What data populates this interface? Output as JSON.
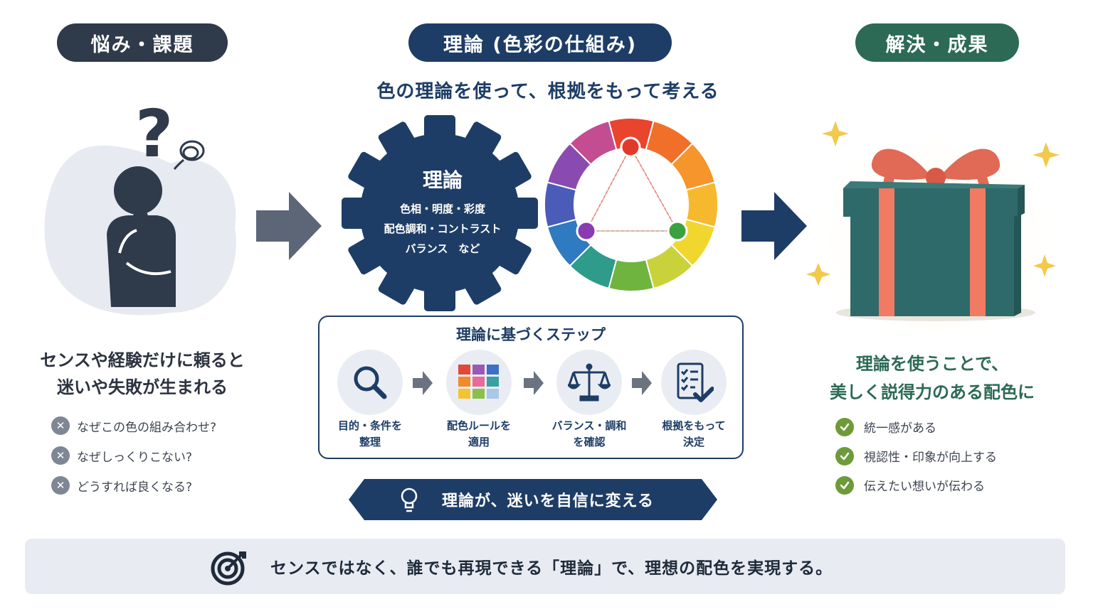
{
  "columns": {
    "problem": {
      "heading": "悩み・課題"
    },
    "theory": {
      "heading": "理論 (色彩の仕組み)"
    },
    "result": {
      "heading": "解決・成果"
    }
  },
  "theory_subtitle": "色の理論を使って、根拠をもって考える",
  "problem": {
    "text_line1": "センスや経験だけに頼ると",
    "text_line2": "迷いや失敗が生まれる",
    "questions": [
      "なぜこの色の組み合わせ?",
      "なぜしっくりこない?",
      "どうすれば良くなる?"
    ]
  },
  "gear": {
    "title": "理論",
    "lines": [
      "色相・明度・彩度",
      "配色調和・コントラスト",
      "バランス　など"
    ]
  },
  "steps": {
    "title": "理論に基づくステップ",
    "items": [
      {
        "line1": "目的・条件を",
        "line2": "整理",
        "icon": "search-icon"
      },
      {
        "line1": "配色ルールを",
        "line2": "適用",
        "icon": "color-palette-icon"
      },
      {
        "line1": "バランス・調和",
        "line2": "を確認",
        "icon": "balance-scale-icon"
      },
      {
        "line1": "根拠をもって",
        "line2": "決定",
        "icon": "checklist-icon"
      }
    ]
  },
  "banner": {
    "text": "理論が、迷いを自信に変える",
    "icon": "lightbulb-icon"
  },
  "result": {
    "text_line1": "理論を使うことで、",
    "text_line2": "美しく説得力のある配色に",
    "benefits": [
      "統一感がある",
      "視認性・印象が向上する",
      "伝えたい想いが伝わる"
    ]
  },
  "footer": {
    "text": "センスではなく、誰でも再現できる「理論」で、理想の配色を実現する。",
    "icon": "target-icon"
  },
  "colors": {
    "navy": "#1e3d66",
    "slate": "#2f3a4a",
    "green": "#2c6a55",
    "check_green": "#6e9a3a",
    "gift_box": "#2f6a6a",
    "ribbon": "#f07a62"
  }
}
